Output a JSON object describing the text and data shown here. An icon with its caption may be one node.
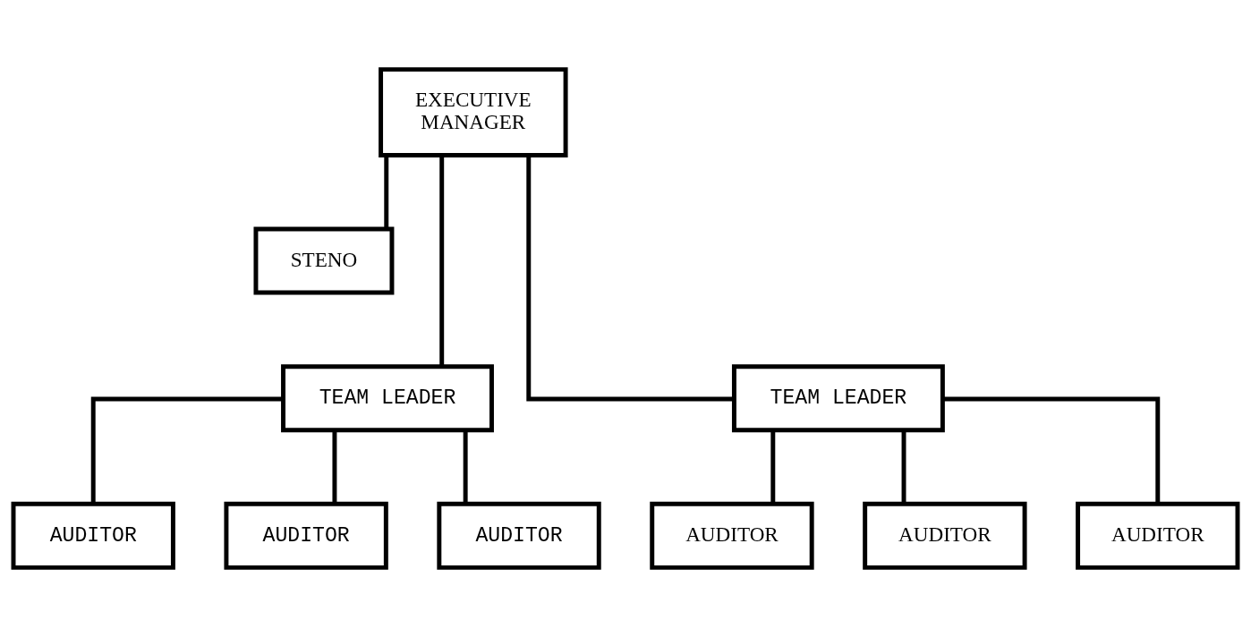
{
  "diagram": {
    "nodes": [
      {
        "text": [
          "EXECUTIVE MANAGER"
        ]
      },
      {
        "text": [
          "STENO"
        ]
      },
      {
        "text": [
          "TEAM LEADER"
        ]
      },
      {
        "text": [
          "TEAM LEADER"
        ]
      },
      {
        "text": [
          "AUDITOR"
        ]
      },
      {
        "text": [
          "AUDITOR"
        ]
      },
      {
        "text": [
          "AUDITOR"
        ]
      },
      {
        "text": [
          "AUDITOR"
        ]
      },
      {
        "text": [
          "AUDITOR"
        ]
      },
      {
        "text": [
          "AUDITOR"
        ]
      }
    ],
    "edges": [
      {
        "from": 0,
        "to": 1,
        "arrow": "none"
      },
      {
        "from": 0,
        "to": 2,
        "arrow": "none"
      },
      {
        "from": 0,
        "to": 3,
        "arrow": "none"
      },
      {
        "from": 2,
        "to": 4,
        "arrow": "none"
      },
      {
        "from": 2,
        "to": 5,
        "arrow": "none"
      },
      {
        "from": 2,
        "to": 6,
        "arrow": "none"
      },
      {
        "from": 3,
        "to": 7,
        "arrow": "none"
      },
      {
        "from": 3,
        "to": 8,
        "arrow": "none"
      },
      {
        "from": 3,
        "to": 9,
        "arrow": "none"
      }
    ]
  }
}
